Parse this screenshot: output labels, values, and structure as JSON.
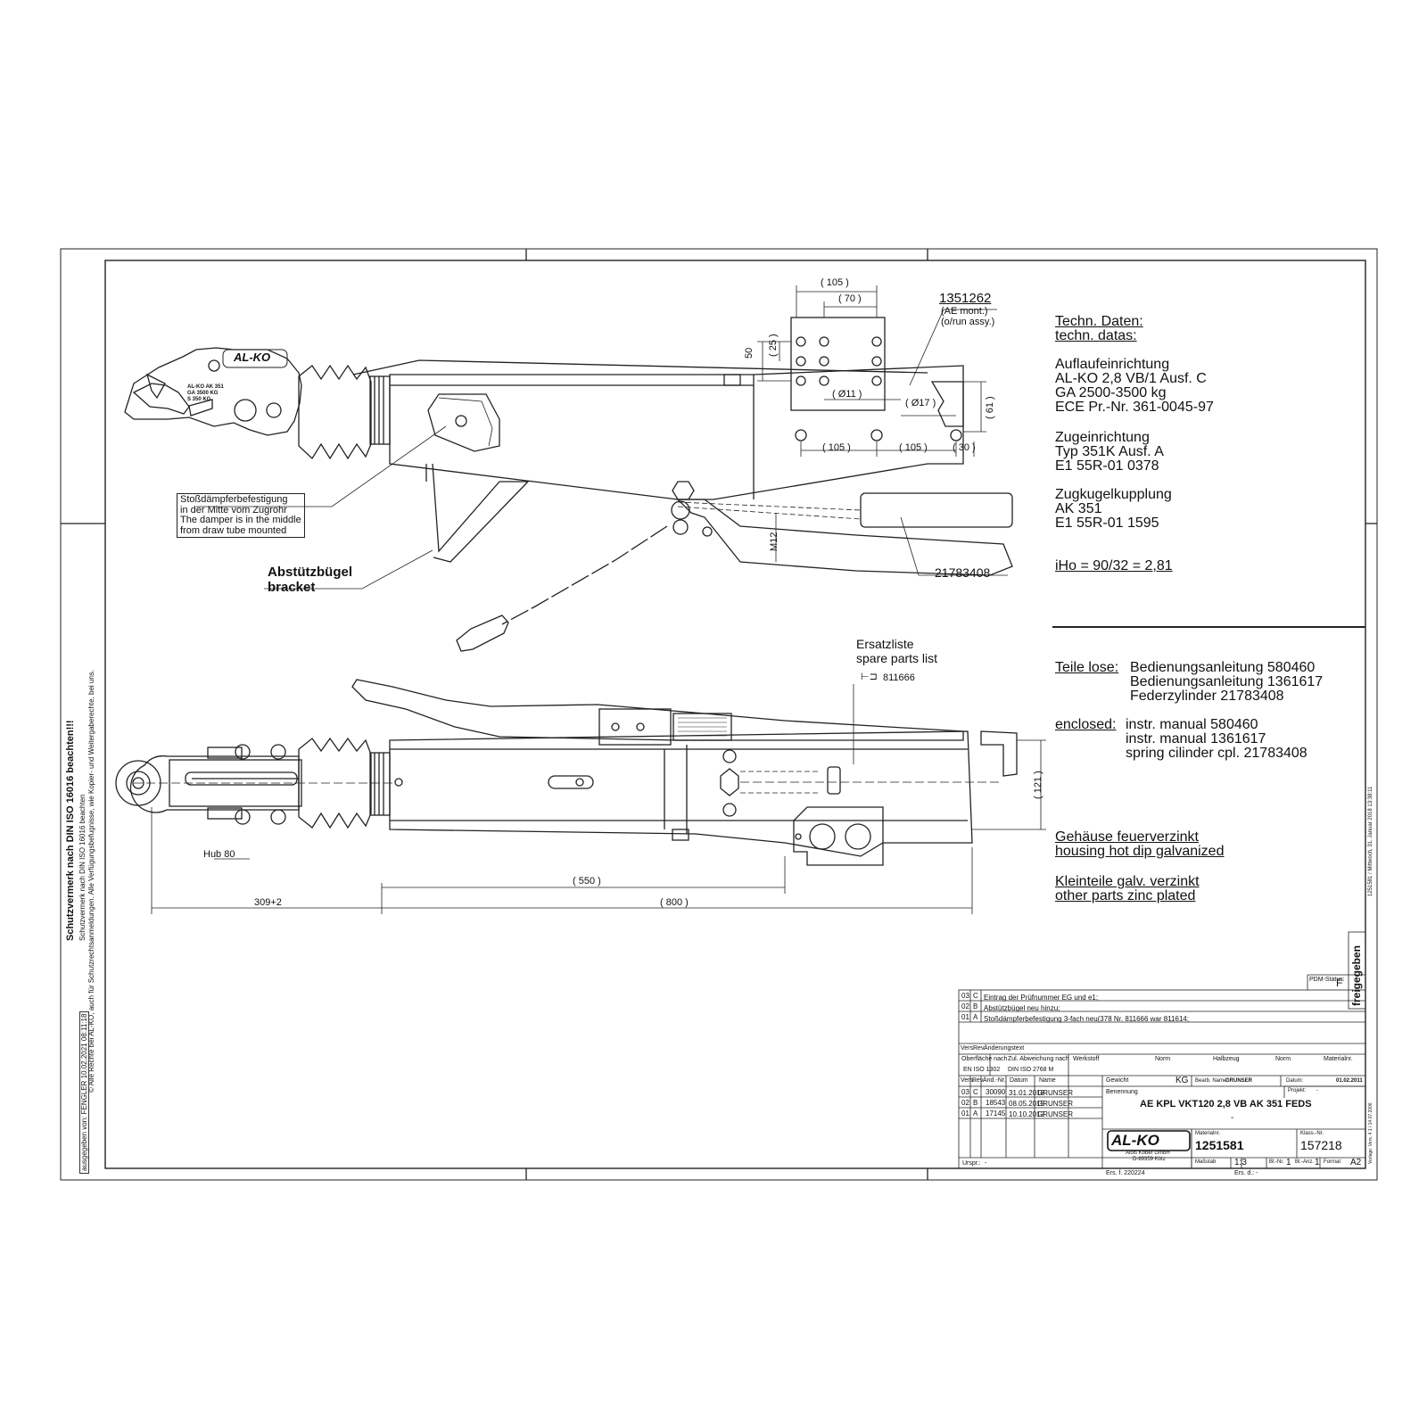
{
  "techn": {
    "heading_de": "Techn. Daten:",
    "heading_en": "techn. datas:",
    "block1": [
      "Auflaufeinrichtung",
      "AL-KO 2,8 VB/1 Ausf. C",
      "GA 2500-3500 kg",
      "ECE Pr.-Nr. 361-0045-97"
    ],
    "block2": [
      "Zugeinrichtung",
      "Typ 351K Ausf. A",
      "E1 55R-01 0378"
    ],
    "block3": [
      "Zugkugelkupplung",
      "AK 351",
      "E1 55R-01  1595"
    ],
    "iho": "iHo = 90/32 = 2,81"
  },
  "loose": {
    "label_de": "Teile lose:",
    "items_de": [
      "Bedienungsanleitung 580460",
      "Bedienungsanleitung 1361617",
      "Federzylinder 21783408"
    ],
    "label_en": "enclosed:",
    "items_en": [
      "instr. manual 580460",
      "instr. manual 1361617",
      "spring cilinder cpl. 21783408"
    ]
  },
  "finish": {
    "housing_de": "Gehäuse feuerverzinkt",
    "housing_en": "housing hot dip galvanized",
    "small_de": "Kleinteile galv. verzinkt",
    "small_en": "other parts zinc plated"
  },
  "callouts": {
    "part_1351262": "1351262",
    "ae_mont": "(AE mont.)",
    "run_assy": "(o/run assy.)",
    "damper": [
      "Stoßdämpferbefestigung",
      "in der Mitte vom Zugrohr",
      "The damper is in the middle",
      "from draw tube mounted"
    ],
    "bracket_de": "Abstützbügel",
    "bracket_en": "bracket",
    "spring": "21783408",
    "spare_de": "Ersatzliste",
    "spare_en": "spare parts list",
    "spare_no": "811666",
    "m12": "M12",
    "hub": "Hub 80",
    "coupling_logo": "AL-KO",
    "coupling_text": [
      "AL-KO AK 351",
      "GA 3500 KG",
      "S 350 KG"
    ]
  },
  "dims": {
    "d105_top": "( 105 )",
    "d70": "( 70 )",
    "d50": "50",
    "d25": "( 25 )",
    "d11": "( Ø11 )",
    "d17": "( Ø17 )",
    "d61": "( 61 )",
    "d105a": "( 105 )",
    "d105b": "( 105 )",
    "d30": "( 30 )",
    "d121": "( 121 )",
    "d550": "( 550 )",
    "d309": "309+2",
    "d800": "( 800 )"
  },
  "left_margin": {
    "bold": "Schutzvermerk nach DIN ISO 16016 beachten!!!",
    "line1": "Schutzvermerk nach DIN ISO 16016 beachten",
    "line2": "© Alle Rechte bei AL-KO, auch für Schutzrechtsanmeldungen. Alle Verfügungsbefugnisse, wie Kopier- und Weitergaberechte, bei uns.",
    "issued": "ausgegeben von: FENGLER 10.02.2021 08:11:18"
  },
  "right_margin": {
    "stamp": "freigegeben",
    "side_note": "1251581 / Mittwoch, 31. Januar 2018 13:38:11",
    "template_note": "Vorlage: Vers. 4.1 / 14.07.2006"
  },
  "title_block": {
    "pdm_label": "PDM-Status:",
    "pdm_value": "F",
    "revisions_top": [
      {
        "vers": "03",
        "rev": "C",
        "text": "Eintrag der Prüfnummer EG und e1;"
      },
      {
        "vers": "02",
        "rev": "B",
        "text": "Abstützbügel neu hinzu;"
      },
      {
        "vers": "01",
        "rev": "A",
        "text": "Stoßdämpferbefestigung 3-fach neu(378 Nr. 811666 war 811614;"
      }
    ],
    "h_vers": "Vers.",
    "h_rev": "Rev.",
    "h_aend": "Änderungstext",
    "h_oberfl": "Oberfläche nach",
    "oberfl_val": "EN ISO 1302",
    "h_abw": "Zul. Abweichung nach",
    "abw_val": "DIN ISO 2768 M",
    "h_werkstoff": "Werkstoff",
    "h_norm": "Norm",
    "h_halbzeug": "Halbzeug",
    "h_norm2": "Norm",
    "h_material": "Materialnr.",
    "dash": "-",
    "h_aendnr": "Änd.-Nr.",
    "h_datum": "Datum",
    "h_name": "Name",
    "changes": [
      {
        "vers": "03",
        "rev": "C",
        "nr": "30090",
        "date": "31.01.2018",
        "name": "GRUNSER"
      },
      {
        "vers": "02",
        "rev": "B",
        "nr": "18543",
        "date": "08.05.2015",
        "name": "GRUNSER"
      },
      {
        "vers": "01",
        "rev": "A",
        "nr": "17145",
        "date": "10.10.2012",
        "name": "GRUNSER"
      }
    ],
    "gewicht_label": "Gewicht",
    "gewicht_unit": "KG",
    "bearb_label": "Bearb. Name:",
    "bearb_value": "GRUNSER",
    "datum_label": "Datum:",
    "datum_value": "01.02.2011",
    "projekt_label": "Projekt:",
    "projekt_value": "-",
    "benennung_label": "Benennung",
    "benennung_value": "AE KPL VKT120 2,8 VB AK 351 FEDS",
    "benennung_sub": "-",
    "logo": "AL-KO",
    "company": "Alois Kober GmbH",
    "address": "D-89359 Kötz",
    "materialnr_label": "Materialnr.",
    "materialnr_value": "1251581",
    "klass_label": "Klass.-Nr.",
    "klass_value": "157218",
    "massstab_label": "Maßstab",
    "massstab_value": "1:3",
    "blnr_label": "Bl.-Nr.",
    "blnr_value": "1",
    "blanz_label": "Bl.-Anz.",
    "blanz_value": "1",
    "format_label": "Format",
    "format_value": "A2",
    "urspr_label": "Urspr.:",
    "urspr_value": "-",
    "ers_fuer": "Ers. f. 220224",
    "ers_durch": "Ers. d.: -"
  }
}
